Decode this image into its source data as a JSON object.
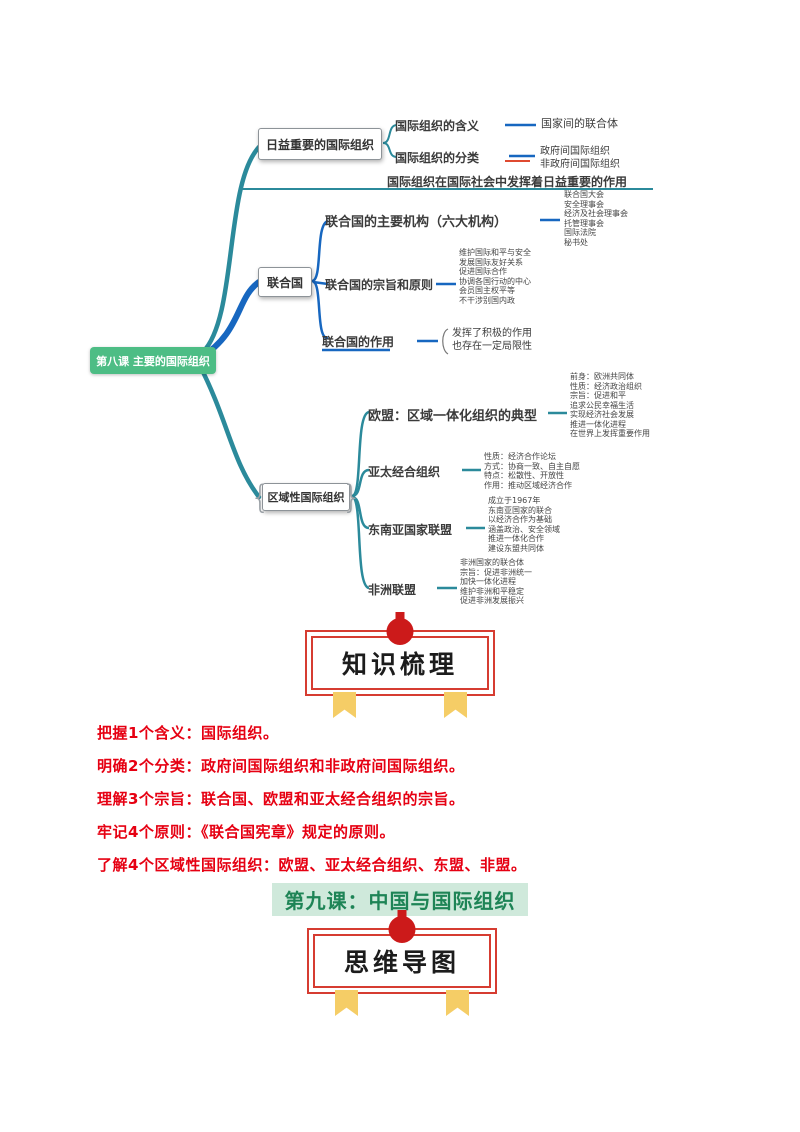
{
  "colors": {
    "teal": "#2b8a9b",
    "blue": "#1767c0",
    "red_accent": "#df4a30",
    "root_green": "#4dbd85",
    "banner_red": "#d63c31",
    "ribbon_yellow": "#f5cd66",
    "summary_red": "#e60012",
    "lesson9_green": "#1e8456",
    "lesson9_bg": "#cfe9db"
  },
  "mindmap": {
    "root": {
      "label": "第八课 主要的国际组织"
    },
    "branches": [
      {
        "label": "日益重要的国际组织",
        "children": [
          {
            "label": "国际组织的含义",
            "detail": "国家间的联合体"
          },
          {
            "label": "国际组织的分类",
            "details": [
              "政府间国际组织",
              "非政府间国际组织"
            ]
          },
          {
            "label": "国际组织在国际社会中发挥着日益重要的作用"
          }
        ]
      },
      {
        "label": "联合国",
        "children": [
          {
            "label": "联合国的主要机构（六大机构）",
            "details": [
              "联合国大会",
              "安全理事会",
              "经济及社会理事会",
              "托管理事会",
              "国际法院",
              "秘书处"
            ]
          },
          {
            "label": "联合国的宗旨和原则",
            "details": [
              "维护国际和平与安全",
              "发展国际友好关系",
              "促进国际合作",
              "协调各国行动的中心",
              "会员国主权平等",
              "不干涉别国内政"
            ]
          },
          {
            "label": "联合国的作用",
            "details": [
              "发挥了积极的作用",
              "也存在一定局限性"
            ]
          }
        ]
      },
      {
        "label": "区域性国际组织",
        "children": [
          {
            "label": "欧盟：区域一体化组织的典型",
            "details": [
              "前身：欧洲共同体",
              "性质：经济政治组织",
              "宗旨：促进和平",
              "追求公民幸福生活",
              "实现经济社会发展",
              "推进一体化进程",
              "在世界上发挥重要作用"
            ]
          },
          {
            "label": "亚太经合组织",
            "details": [
              "性质：经济合作论坛",
              "方式：协商一致、自主自愿",
              "特点：松散性、开放性",
              "作用：推动区域经济合作"
            ]
          },
          {
            "label": "东南亚国家联盟",
            "details": [
              "成立于1967年",
              "东南亚国家的联合",
              "以经济合作为基础",
              "涵盖政治、安全领域",
              "推进一体化合作",
              "建设东盟共同体"
            ]
          },
          {
            "label": "非洲联盟",
            "details": [
              "非洲国家的联合体",
              "宗旨：促进非洲统一",
              "加快一体化进程",
              "维护非洲和平稳定",
              "促进非洲发展振兴"
            ]
          }
        ]
      }
    ]
  },
  "banners": {
    "knowledge": "知识梳理",
    "mindmap": "思维导图"
  },
  "summary": {
    "lines": [
      "把握1个含义：国际组织。",
      "明确2个分类：政府间国际组织和非政府间国际组织。",
      "理解3个宗旨：联合国、欧盟和亚太经合组织的宗旨。",
      "牢记4个原则：《联合国宪章》规定的原则。",
      "了解4个区域性国际组织：欧盟、亚太经合组织、东盟、非盟。"
    ]
  },
  "lesson9": {
    "title": "第九课：中国与国际组织"
  }
}
